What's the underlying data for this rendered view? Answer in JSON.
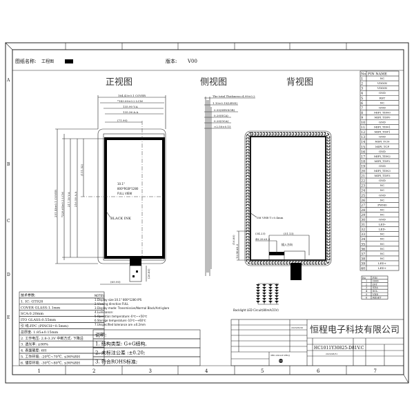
{
  "header": {
    "drawing_name_label": "图纸名称:",
    "drawing_name": "工程图",
    "version_label": "版本:",
    "version": "V00"
  },
  "grid": {
    "columns": [
      "1",
      "2",
      "3",
      "4",
      "5",
      "6",
      "7"
    ],
    "rows": [
      "A",
      "B",
      "C",
      "D",
      "E"
    ]
  },
  "views": {
    "front": "正视图",
    "side": "侧视图",
    "back": "背视图"
  },
  "front_view": {
    "dims_h": [
      "164.43±0.1 COVER",
      "*143.00±0.2 LCM",
      "135.90 V.A",
      "135.36 A.A",
      "(71.90)"
    ],
    "dims_v": [
      "251.48±0.1 COVER",
      "*228.64±0.2 LCM",
      "217.18 V.A",
      "216.58 A.A",
      "(111.52)"
    ],
    "bottom_dims": [
      "(69.90)",
      "(26.80)"
    ],
    "center": [
      "10.1''",
      "800*RGB*1280",
      "FULL VIEW"
    ],
    "ink_label": "BLACK INK"
  },
  "side_view": {
    "labels": [
      "The total Thickness=4.99±0.2",
      "1.10±0.15(LENS)",
      "0.55(SENSOR)",
      "0.20(SCA)",
      "0.20(OCA)",
      "≈2.50±0.15"
    ]
  },
  "back_view": {
    "tape_label": "3M VHB T=0.4mm",
    "dims": [
      "(34.23)",
      "(51.13)",
      "48.20±0.3",
      "13.90±0.3",
      "(16.80)"
    ],
    "insert_label": "插入方向",
    "led_caption": "Backlight LED Circuit(80mA/21V)"
  },
  "pin_table": {
    "headers": [
      "No",
      "PIN NAME"
    ],
    "pins": [
      "NC",
      "VDDIN",
      "VDDIN",
      "GND",
      "RST",
      "NC",
      "GND",
      "MIPI_TDN0",
      "MIPI_TDP0",
      "GND",
      "MIPI_TDN1",
      "MIPI_TDP1",
      "GND",
      "MIPI_TCN",
      "MIPI_TCP",
      "GND",
      "MIPI_TDN2",
      "MIPI_TDP2",
      "GND",
      "MIPI_TDN3",
      "MIPI_TDP3",
      "GND",
      "NC",
      "NC",
      "GND",
      "NC",
      "PWM0",
      "NC",
      "NC",
      "GND",
      "LED-",
      "LED-",
      "NC",
      "NC",
      "NC",
      "NC",
      "NC",
      "NC",
      "LED+",
      "LED+"
    ]
  },
  "touch_pin_table": {
    "headers": [
      "No",
      "PIN"
    ],
    "pins": [
      "GND",
      "INT",
      "SDA",
      "SCL",
      "VDD",
      "RESET"
    ]
  },
  "tech_params": [
    "技术参数:",
    "1. IC: GT928",
    "COVER GLASS:1.1mm",
    "SCA:0.20mm",
    "ITO GLASS:0.55mm",
    "引 线:FPC (PINCH=0.5mm)",
    "总厚度: 1.85±0.15mm",
    "2. 工作电压: 2.8-3.3V 中断方式: 下降沿",
    "3. 透光率: ≥80%",
    "4. 表面硬度: 6H",
    "5. 工作环境: -20℃~70℃, ≤90%RH",
    "6. 储存环境: -30℃~80℃, ≤90%RH"
  ],
  "notes": [
    "NOTES:",
    "1.Display size:10.1\" 800*1280 IPS",
    "2.Viewing direction:FULL",
    "3.Display mode: Transmissive/Normal Black/Anti-glare",
    "4.Luminance:",
    "5.Operation temperature:-0℃~+50℃",
    "6.Storage temperature:-10℃~+60℃",
    "7.Unspecified tolerance are ±0.2mm"
  ],
  "remarks": [
    "说明:",
    "1. 结构类型: G+G结构,",
    "2. 未标注公差 :±0.20;",
    "3. 符合ROHS标准;"
  ],
  "title_block": {
    "company": "恒程电子科技有限公司",
    "model": "HC1011Y30825-D81V.C",
    "date1": "2023/05/20",
    "date2": "2023/08/31",
    "projection": "3RD ANGLE PROJ"
  }
}
